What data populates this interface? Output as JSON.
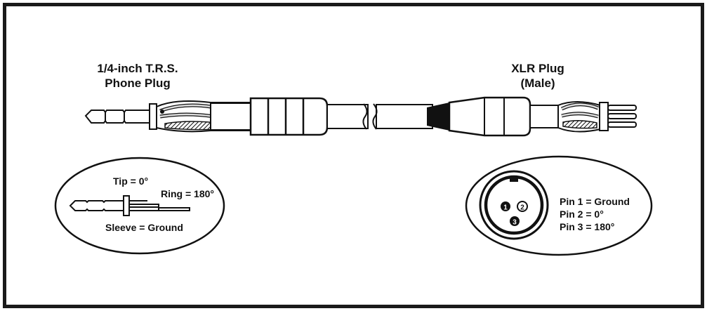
{
  "labels": {
    "trs_plug_line1": "1/4-inch T.R.S.",
    "trs_plug_line2": "Phone Plug",
    "xlr_plug_line1": "XLR Plug",
    "xlr_plug_line2": "(Male)"
  },
  "trs_detail": {
    "tip": "Tip = 0°",
    "ring": "Ring = 180°",
    "sleeve": "Sleeve = Ground"
  },
  "xlr_detail": {
    "pin_numbers": [
      "1",
      "2",
      "3"
    ],
    "pin1": "Pin 1 = Ground",
    "pin2": "Pin 2 = 0°",
    "pin3": "Pin 3 = 180°"
  },
  "colors": {
    "ink": "#111111",
    "paper": "#ffffff",
    "shade": "#bdbdbd"
  }
}
